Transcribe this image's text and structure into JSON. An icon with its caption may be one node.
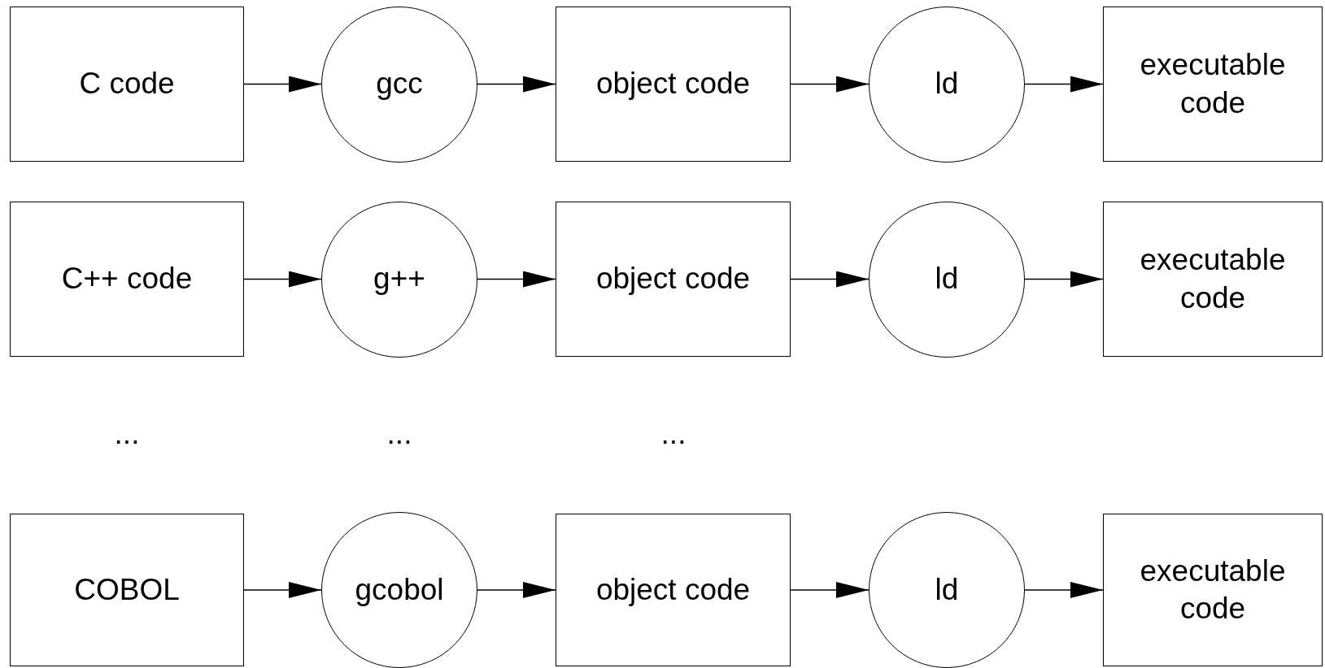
{
  "diagram": {
    "nodes": [
      {
        "text": [
          "C code"
        ]
      },
      {
        "text": [
          "gcc"
        ]
      },
      {
        "text": [
          "object code"
        ]
      },
      {
        "text": [
          "ld"
        ]
      },
      {
        "text": [
          "executable code"
        ]
      },
      {
        "text": [
          "C++ code"
        ]
      },
      {
        "text": [
          "g++"
        ]
      },
      {
        "text": [
          "object code"
        ]
      },
      {
        "text": [
          "ld"
        ]
      },
      {
        "text": [
          "executable code"
        ]
      },
      {
        "text": [
          "COBOL"
        ]
      },
      {
        "text": [
          "gcobol"
        ]
      },
      {
        "text": [
          "object code"
        ]
      },
      {
        "text": [
          "ld"
        ]
      },
      {
        "text": [
          "executable code"
        ]
      }
    ],
    "edges": [
      {
        "from": 0,
        "to": 1,
        "arrow": "to"
      },
      {
        "from": 1,
        "to": 2,
        "arrow": "to"
      },
      {
        "from": 2,
        "to": 3,
        "arrow": "to"
      },
      {
        "from": 3,
        "to": 4,
        "arrow": "to"
      },
      {
        "from": 5,
        "to": 6,
        "arrow": "to"
      },
      {
        "from": 6,
        "to": 7,
        "arrow": "to"
      },
      {
        "from": 7,
        "to": 8,
        "arrow": "to"
      },
      {
        "from": 8,
        "to": 9,
        "arrow": "to"
      },
      {
        "from": 10,
        "to": 11,
        "arrow": "to"
      },
      {
        "from": 11,
        "to": 12,
        "arrow": "to"
      },
      {
        "from": 12,
        "to": 13,
        "arrow": "to"
      },
      {
        "from": 13,
        "to": 14,
        "arrow": "to"
      }
    ],
    "labels": [
      "...",
      "...",
      "..."
    ]
  }
}
